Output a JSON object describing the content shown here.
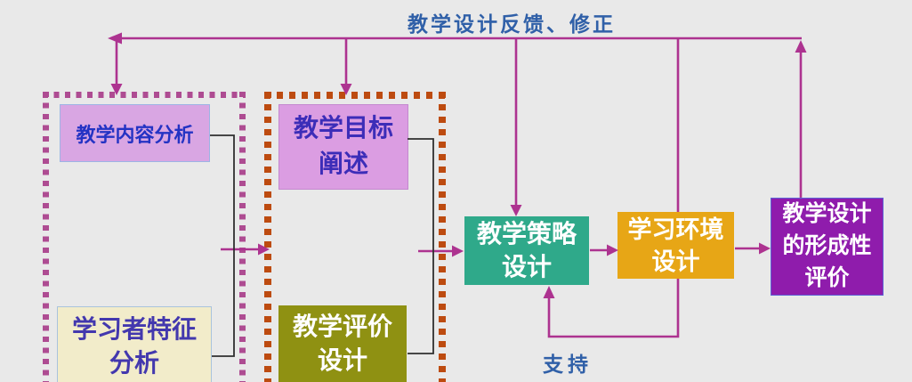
{
  "feedback_label": "教学设计反馈、修正",
  "support_label": "支持",
  "colors": {
    "background": "#e9e9e9",
    "arrow_magenta": "#ad3390",
    "connector_black": "#2f2f2f",
    "analysis_frame_dots": "#ae4c92",
    "design_frame_dots": "#bd4b10",
    "label_blue": "#3060a8",
    "content_analysis_bg": "#d9a6e3",
    "learner_analysis_bg": "#f2ecca",
    "objectives_bg": "#db9de2",
    "evaluation_design_bg": "#8f9112",
    "strategy_design_bg": "#2fa98a",
    "environment_design_bg": "#e7a616",
    "formative_evaluation_bg": "#8f1cac"
  },
  "nodes": {
    "content_analysis": {
      "lines": [
        "教学内容分析"
      ]
    },
    "learner_analysis": {
      "lines": [
        "学习者特征",
        "分析"
      ]
    },
    "objectives": {
      "lines": [
        "教学目标",
        "阐述"
      ]
    },
    "evaluation_design": {
      "lines": [
        "教学评价",
        "设计"
      ]
    },
    "strategy_design": {
      "lines": [
        "教学策略",
        "设计"
      ]
    },
    "environment_design": {
      "lines": [
        "学习环境",
        "设计"
      ]
    },
    "formative_evaluation": {
      "lines": [
        "教学设计",
        "的形成性",
        "评价"
      ]
    }
  },
  "connections": [
    {
      "from": "formative_evaluation",
      "to": "feedback_line",
      "label": "教学设计反馈、修正"
    },
    {
      "from": "feedback_line",
      "to": "analysis_group"
    },
    {
      "from": "feedback_line",
      "to": "design_group"
    },
    {
      "from": "feedback_line",
      "to": "strategy_design"
    },
    {
      "from": "feedback_line",
      "to": "environment_design"
    },
    {
      "from": "analysis_group",
      "to": "design_group"
    },
    {
      "from": "design_group",
      "to": "strategy_design"
    },
    {
      "from": "strategy_design",
      "to": "environment_design"
    },
    {
      "from": "environment_design",
      "to": "formative_evaluation"
    },
    {
      "from": "environment_design",
      "to": "strategy_design",
      "label": "支持"
    }
  ]
}
